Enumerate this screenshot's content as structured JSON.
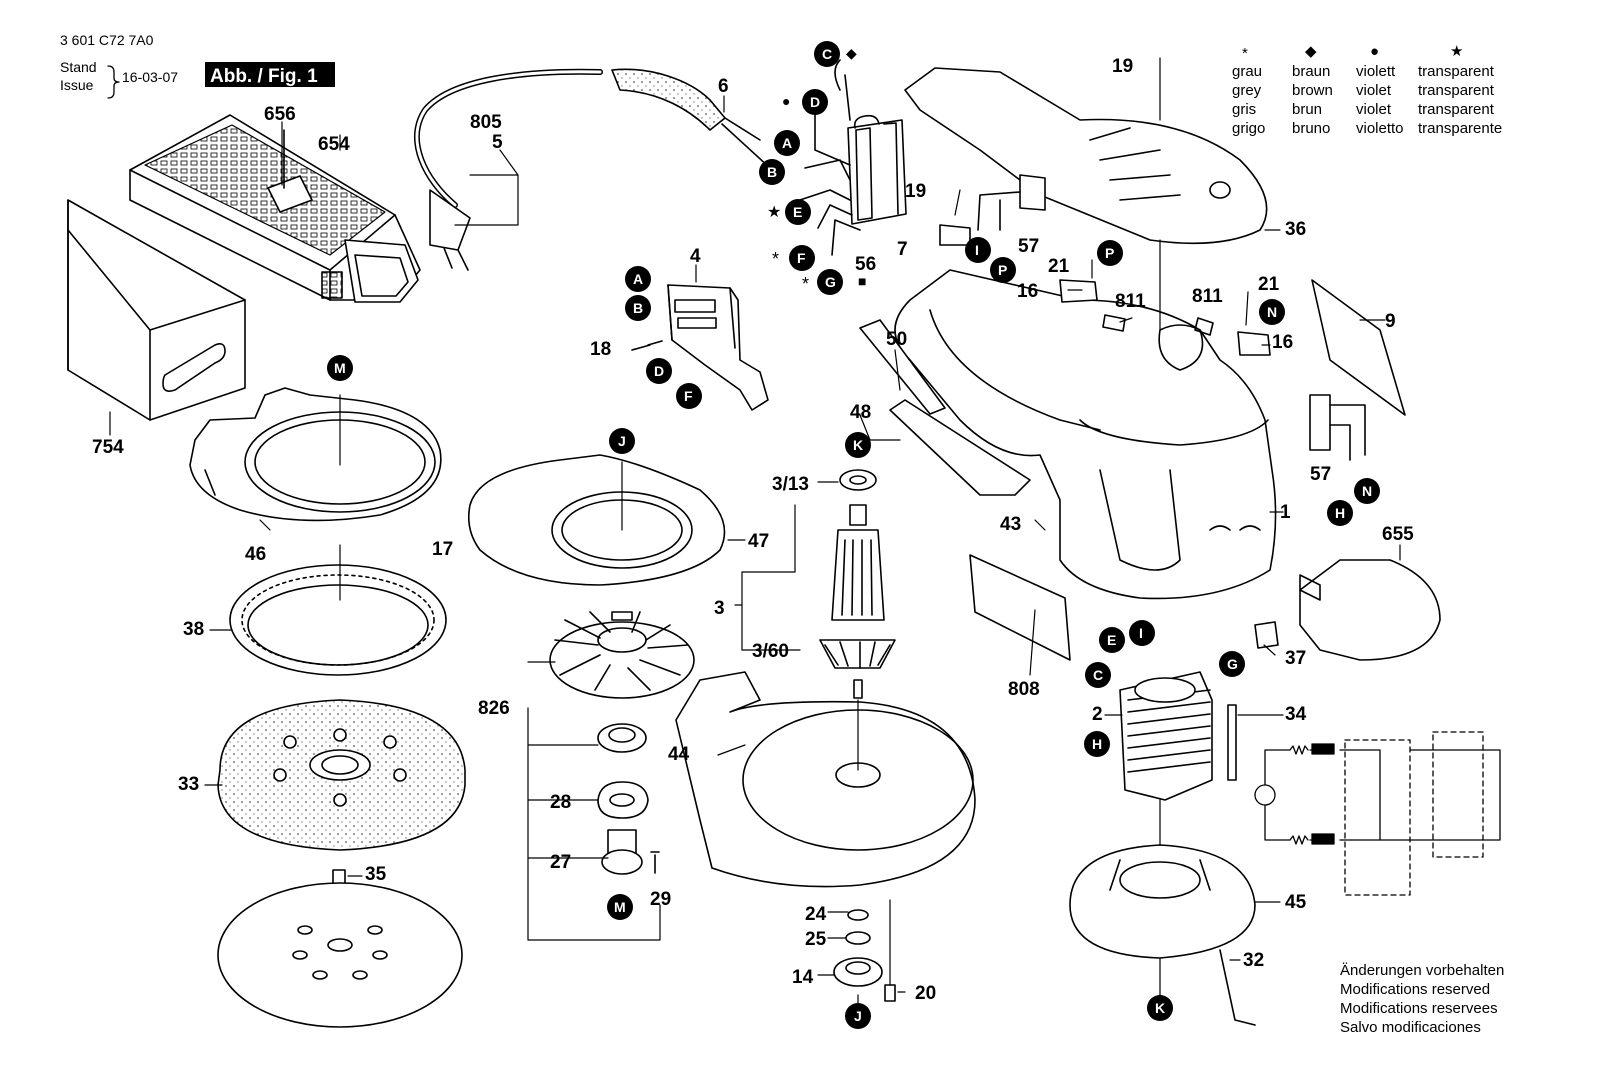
{
  "header": {
    "doc_number": "3 601 C72 7A0",
    "stand_label": "Stand",
    "issue_label": "Issue",
    "date": "16-03-07",
    "figure_tag": "Abb. / Fig. 1"
  },
  "legend": [
    {
      "symbol": "*",
      "names": [
        "grau",
        "grey",
        "gris",
        "grigo"
      ]
    },
    {
      "symbol": "◆",
      "names": [
        "braun",
        "brown",
        "brun",
        "bruno"
      ]
    },
    {
      "symbol": "●",
      "names": [
        "violett",
        "violet",
        "violet",
        "violetto"
      ]
    },
    {
      "symbol": "★",
      "names": [
        "transparent",
        "transparent",
        "transparent",
        "transparente"
      ]
    }
  ],
  "notes": [
    "Änderungen vorbehalten",
    "Modifications reserved",
    "Modifications reservees",
    "Salvo modificaciones"
  ],
  "part_labels": {
    "p656": "656",
    "p654": "654",
    "p754": "754",
    "p805": "805",
    "p5": "5",
    "p6": "6",
    "p4": "4",
    "p18": "18",
    "p46": "46",
    "p17": "17",
    "p38": "38",
    "p33": "33",
    "p35": "35",
    "p47": "47",
    "p826": "826",
    "p28": "28",
    "p27": "27",
    "p29": "29",
    "p3_13": "3/13",
    "p3": "3",
    "p3_60": "3/60",
    "p44": "44",
    "p24": "24",
    "p25": "25",
    "p14": "14",
    "p20": "20",
    "p50": "50",
    "p48": "48",
    "p43": "43",
    "p56": "56",
    "p19a": "19",
    "p19b": "19",
    "p7": "7",
    "p57a": "57",
    "p57b": "57",
    "p21a": "21",
    "p21b": "21",
    "p16a": "16",
    "p16b": "16",
    "p811a": "811",
    "p811b": "811",
    "p36": "36",
    "p9": "9",
    "p1": "1",
    "p655": "655",
    "p808": "808",
    "p37": "37",
    "p2": "2",
    "p34": "34",
    "p45": "45",
    "p32": "32"
  },
  "connectors": {
    "c1": "C",
    "c2": "D",
    "c3": "A",
    "c4": "B",
    "c5": "E",
    "c6": "F",
    "c7": "G",
    "c8": "A",
    "c9": "B",
    "c10": "D",
    "c11": "F",
    "c12": "M",
    "c13": "J",
    "c14": "K",
    "c15": "M",
    "c16": "J",
    "c17": "I",
    "c18": "P",
    "c19": "P",
    "c20": "N",
    "c21": "N",
    "c22": "H",
    "c23": "E",
    "c24": "I",
    "c25": "C",
    "c26": "G",
    "c27": "H",
    "c28": "K"
  },
  "connector_marks": {
    "m1": "◆",
    "m2": "●",
    "m3": "★",
    "m4": "*",
    "m5": "*",
    "m6": "■"
  }
}
